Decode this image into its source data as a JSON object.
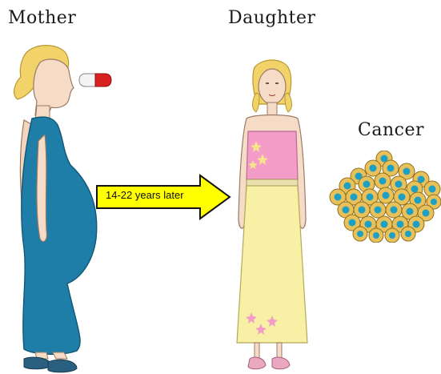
{
  "labels": {
    "mother": "Mother",
    "daughter": "Daughter",
    "cancer": "Cancer"
  },
  "arrow": {
    "text": "14-22 years later"
  },
  "colors": {
    "dress_mother": "#1f7ea8",
    "pill_red": "#d92121",
    "pill_white": "#f4f4f4",
    "arrow_fill": "#ffff00",
    "top_pink": "#f39cc8",
    "skirt_yellow": "#f7f0a5",
    "cell_gold": "#e8c15a",
    "cell_nucleus": "#1e9fc4",
    "hair_blonde": "#f2d36a"
  }
}
